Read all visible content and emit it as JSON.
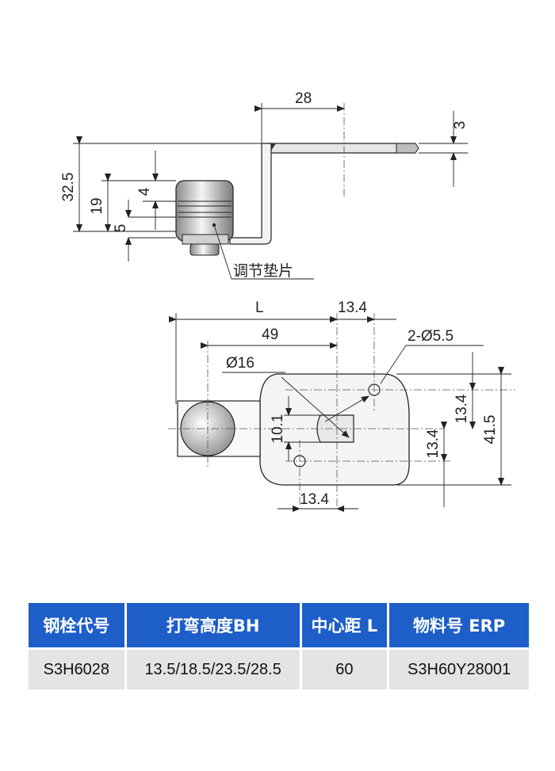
{
  "side_view": {
    "dim_top": "28",
    "dim_right": "3",
    "dim_height": "32.5",
    "dim_19": "19",
    "dim_4": "4",
    "dim_5": "5",
    "callout": "调节垫片"
  },
  "plan_view": {
    "dim_L": "L",
    "dim_13_4_top": "13.4",
    "dim_49": "49",
    "dim_hole": "2-Ø5.5",
    "dim_phi16": "Ø16",
    "dim_10_1": "10.1",
    "dim_13_4_a": "13.4",
    "dim_13_4_b": "13.4",
    "dim_41_5": "41.5",
    "dim_13_4_bottom": "13.4"
  },
  "table": {
    "headers": [
      "钢栓代号",
      "打弯高度BH",
      "中心距 L",
      "物料号 ERP"
    ],
    "rows": [
      [
        "S3H6028",
        "13.5/18.5/23.5/28.5",
        "60",
        "S3H60Y28001"
      ]
    ],
    "header_color": "#1d5ec9",
    "cell_color": "#e4e4e4"
  }
}
